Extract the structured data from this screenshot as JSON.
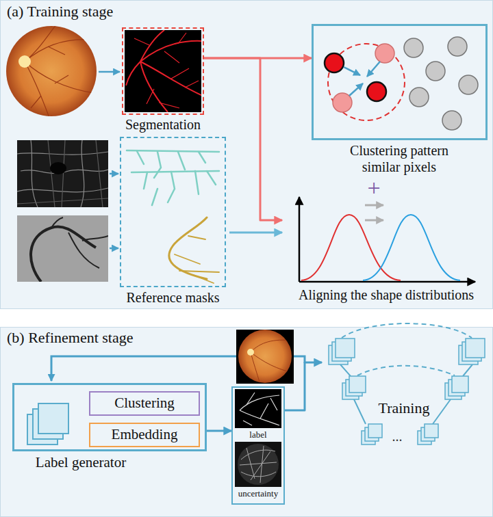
{
  "diagram": {
    "nodes": [
      {
        "text": [
          "(a) Training stage"
        ]
      },
      {
        "text": [
          "Segmentation"
        ],
        "in": 0
      },
      {
        "text": [
          "Clustering pattern similar pixels"
        ],
        "in": 0
      },
      {
        "text": [
          "Reference masks"
        ],
        "in": 0
      },
      {
        "text": [
          "Aligning the shape distributions"
        ],
        "in": 0
      },
      {
        "text": [
          "(b) Refinement stage"
        ]
      },
      {
        "text": [
          "Label generator"
        ],
        "in": 5
      },
      {
        "text": [
          "Clustering"
        ],
        "in": 6
      },
      {
        "text": [
          "Embedding"
        ],
        "in": 6
      },
      {
        "text": [
          "label",
          "uncertainty"
        ],
        "in": 5
      },
      {
        "text": [
          "Training"
        ],
        "in": 5
      }
    ],
    "edges": [
      {
        "from": 1,
        "to": 2,
        "arrow": "to"
      },
      {
        "from": 1,
        "to": 4,
        "arrow": "to"
      },
      {
        "from": 3,
        "to": 4,
        "arrow": "to"
      },
      {
        "from": 6,
        "to": 9,
        "arrow": "to"
      },
      {
        "from": 9,
        "to": 10,
        "arrow": "to"
      }
    ],
    "labels": [
      "+",
      "..."
    ]
  }
}
